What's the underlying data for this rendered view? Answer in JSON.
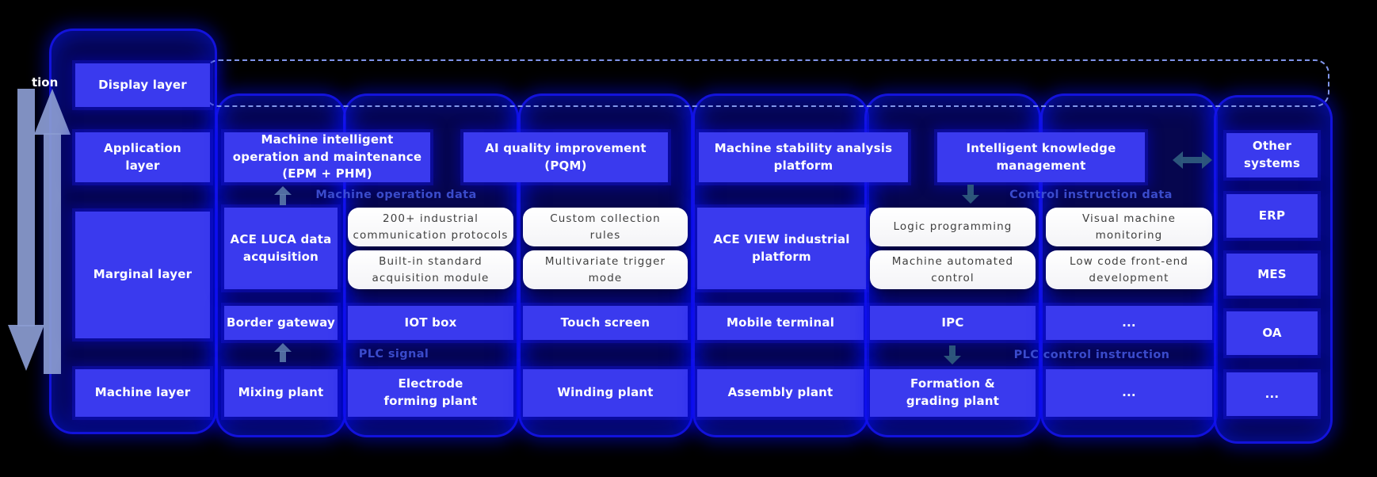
{
  "clipped_label": "tion",
  "layers": {
    "display": "Display layer",
    "application": "Application\nlayer",
    "marginal": "Marginal layer",
    "machine": "Machine layer"
  },
  "app_row": {
    "epm": "Machine intelligent\noperation and maintenance\n(EPM + PHM)",
    "pqm": "AI quality improvement\n(PQM)",
    "stability": "Machine stability analysis\nplatform",
    "knowledge": "Intelligent knowledge\nmanagement"
  },
  "edge_row": {
    "ace_luca": "ACE LUCA data\nacquisition",
    "ace_view": "ACE VIEW industrial\nplatform",
    "chips": {
      "protocols": "200+ industrial\ncommunication protocols",
      "builtin": "Built-in standard\nacquisition module",
      "custom": "Custom collection\nrules",
      "trigger": "Multivariate trigger\nmode",
      "logic": "Logic programming",
      "auto_control": "Machine automated\ncontrol",
      "visual": "Visual machine\nmonitoring",
      "lowcode": "Low code front-end\ndevelopment"
    }
  },
  "device_row": [
    "Border gateway",
    "IOT box",
    "Touch screen",
    "Mobile terminal",
    "IPC",
    "..."
  ],
  "machine_row": [
    "Mixing plant",
    "Electrode\nforming plant",
    "Winding plant",
    "Assembly plant",
    "Formation &\ngrading plant",
    "..."
  ],
  "right_column": {
    "other_systems": "Other\nsystems",
    "items": [
      "ERP",
      "MES",
      "OA",
      "..."
    ]
  },
  "flow_labels": {
    "machine_operation_data": "Machine operation data",
    "control_instruction_data": "Control instruction data",
    "plc_signal": "PLC signal",
    "plc_control_instruction": "PLC control instruction"
  },
  "colors": {
    "box_blue": "#3a3aee",
    "container_border_blue": "#1616f5",
    "container_fill": "#0c0c96",
    "chip_text": "#404040",
    "flow_label_blue": "#3f51d6",
    "dashed_outline": "#8095ea",
    "big_arrow": "#8b9cd1",
    "small_up_arrow": "#5f7fae",
    "small_dark_arrow": "#2e5a7d",
    "background": "#000000"
  }
}
